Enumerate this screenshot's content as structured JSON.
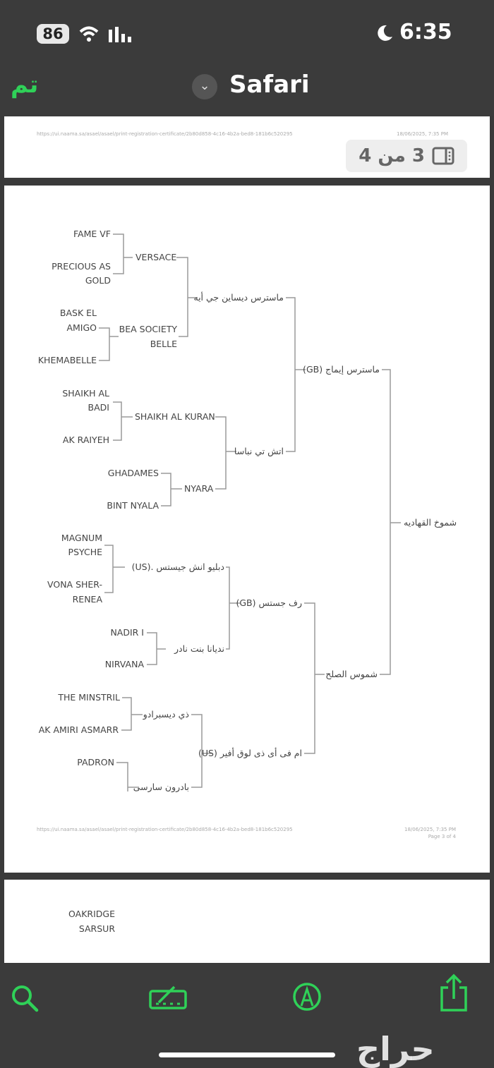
{
  "status_bar": {
    "battery": "86",
    "time": "6:35"
  },
  "header": {
    "done_label": "تم",
    "title": "Safari"
  },
  "document": {
    "url": "https://ui.naama.sa/asael/asael/print-registration-certificate/2b80d858-4c16-4b2a-bed8-181b6c520295",
    "date": "18/06/2025, 7:35 PM",
    "page_footer": "Page 3 of 4",
    "page_indicator": "3 من 4"
  },
  "pedigree": {
    "root": "شموخ القهاديه",
    "gen1": [
      "ماسترس إيماج (GB)",
      "شموس الصلح"
    ],
    "gen2": [
      "ماسترس ديساين جي أيه",
      "اتش تي نباسا",
      "رف جستس (GB)",
      "ام فى أى ذى لوق أفير (US)"
    ],
    "gen3": [
      "VERSACE",
      "BEA SOCIETY",
      "BELLE",
      "SHAIKH AL KURAN",
      "NYARA",
      "دبليو انش جيستس .(US)",
      "نديانا بنت نادر",
      "ذي ديسبرادو",
      "بادرون سارسى"
    ],
    "gen4": [
      "FAME VF",
      "PRECIOUS AS",
      "GOLD",
      "BASK EL",
      "AMIGO",
      "KHEMABELLE",
      "SHAIKH AL",
      "BADI",
      "AK RAIYEH",
      "GHADAMES",
      "BINT NYALA",
      "MAGNUM",
      "PSYCHE",
      "VONA SHER-",
      "RENEA",
      "NADIR I",
      "NIRVANA",
      "THE MINSTRIL",
      "AK AMIRI ASMARR",
      "PADRON"
    ],
    "next_page": [
      "OAKRIDGE",
      "SARSUR"
    ]
  },
  "toolbar": {
    "items": [
      "search",
      "markup",
      "pen",
      "share"
    ]
  },
  "watermark": "حراج",
  "colors": {
    "accent": "#2fd158",
    "line": "#9a9a9a"
  }
}
